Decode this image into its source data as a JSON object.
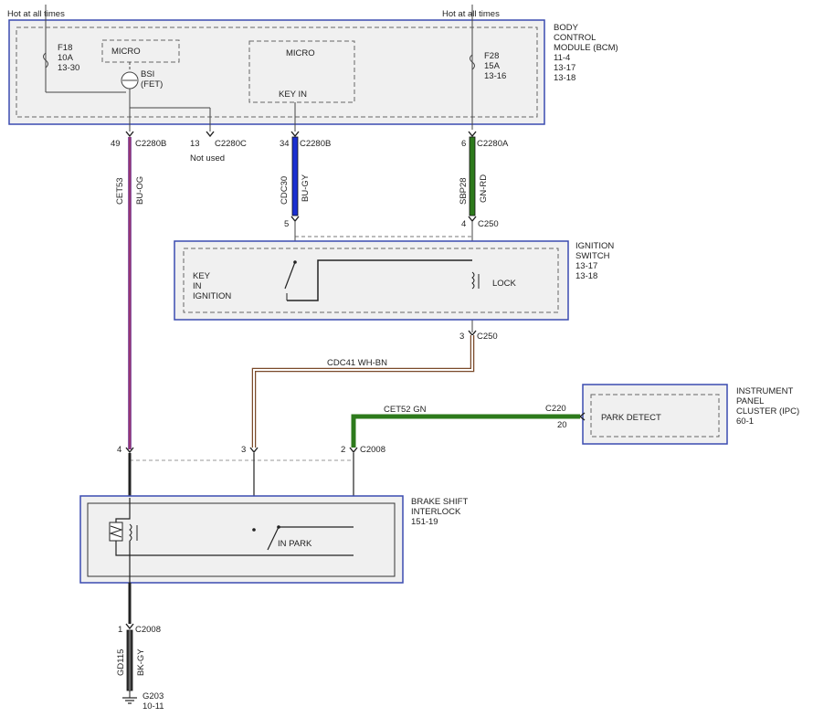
{
  "hot_left": "Hot at all times",
  "hot_right": "Hot at all times",
  "bcm": {
    "label_lines": [
      "BODY",
      "CONTROL",
      "MODULE (BCM)",
      "11-4",
      "13-17",
      "13-18"
    ],
    "micro_left": "MICRO",
    "micro_mid": "MICRO",
    "key_in": "KEY IN",
    "fuse_f18": [
      "F18",
      "10A",
      "13-30"
    ],
    "fuse_f28": [
      "F28",
      "15A",
      "13-16"
    ],
    "bsi": [
      "BSI",
      "(FET)"
    ]
  },
  "pins_top": {
    "p49": "49",
    "c49": "C2280B",
    "p13": "13",
    "c13": "C2280C",
    "not_used": "Not used",
    "p34": "34",
    "c34": "C2280B",
    "p6": "6",
    "c6": "C2280A"
  },
  "wires": {
    "cet53": "CET53",
    "buog": "BU-OG",
    "cdc30": "CDC30",
    "bugy": "BU-GY",
    "sbp28": "SBP28",
    "gnrd": "GN-RD",
    "cdc41": "CDC41   WH-BN",
    "cet52": "CET52   GN",
    "gd115": "GD115",
    "bkgy": "BK-GY"
  },
  "c250": {
    "p5": "5",
    "p4": "4",
    "c_top": "C250",
    "p3": "3",
    "c_bot": "C250"
  },
  "ignition": {
    "label_lines": [
      "IGNITION",
      "SWITCH",
      "13-17",
      "13-18"
    ],
    "key_lines": [
      "KEY",
      "IN",
      "IGNITION"
    ],
    "lock": "LOCK"
  },
  "ipc": {
    "label_lines": [
      "INSTRUMENT",
      "PANEL",
      "CLUSTER (IPC)",
      "60-1"
    ],
    "park_detect": "PARK DETECT",
    "c220": "C220",
    "p20": "20"
  },
  "c2008": {
    "p4": "4",
    "p3": "3",
    "p2": "2",
    "c": "C2008",
    "p1": "1",
    "c_bot": "C2008"
  },
  "bsi_module": {
    "label_lines": [
      "BRAKE SHIFT",
      "INTERLOCK",
      "151-19"
    ],
    "in_park": "IN PARK"
  },
  "ground": {
    "g203": "G203",
    "ref": "10-11"
  },
  "colors": {
    "blue": "#1a2fd0",
    "green": "#2d7a1c",
    "purple": "#6a2a8a",
    "dark": "#333333",
    "frame": "#3a4bb0",
    "box": "#f0f0f0"
  }
}
